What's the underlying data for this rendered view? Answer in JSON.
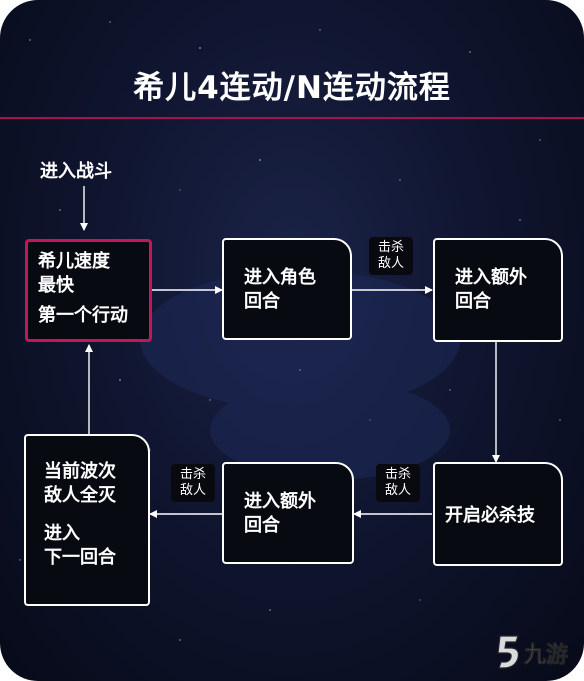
{
  "title": "希儿4连动/N连动流程",
  "start_label": "进入战斗",
  "nodes": {
    "seele_first": {
      "line1": "希儿速度",
      "line2": "最快",
      "line3": "第一个行动"
    },
    "char_turn": {
      "line1": "进入角色",
      "line2": "回合"
    },
    "extra_turn_top": {
      "line1": "进入额外",
      "line2": "回合"
    },
    "ultimate": {
      "line1": "开启必杀技"
    },
    "extra_turn_bottom": {
      "line1": "进入额外",
      "line2": "回合"
    },
    "wave_clear": {
      "line1": "当前波次",
      "line2": "敌人全灭",
      "line3": "进入",
      "line4": "下一回合"
    }
  },
  "edge_labels": {
    "kill_top": {
      "line1": "击杀",
      "line2": "敌人"
    },
    "kill_mid": {
      "line1": "击杀",
      "line2": "敌人"
    },
    "kill_left": {
      "line1": "击杀",
      "line2": "敌人"
    }
  },
  "watermark": {
    "brand_text": "九游"
  },
  "colors": {
    "background": "#101631",
    "accent": "#c2185b",
    "rule": "#a3144f",
    "node_fill": "#080a12",
    "text": "#ffffff"
  }
}
